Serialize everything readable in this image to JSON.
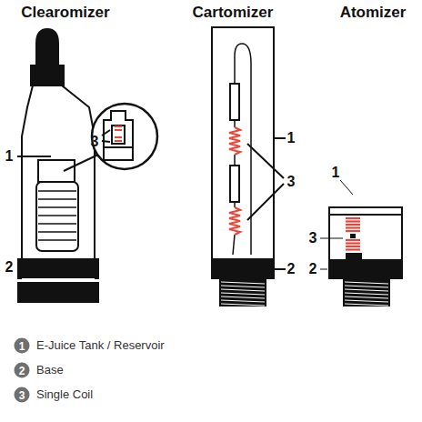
{
  "diagram": {
    "labels": [
      "Clearomizer",
      "Cartomizer",
      "Atomizer",
      "1",
      "2",
      "3",
      "1",
      "3",
      "2",
      "1",
      "3",
      "2",
      "1",
      "2",
      "3"
    ],
    "legend": [
      {
        "text": "E-Juice Tank / Reservoir"
      },
      {
        "text": "Base"
      },
      {
        "text": "Single Coil"
      }
    ]
  }
}
